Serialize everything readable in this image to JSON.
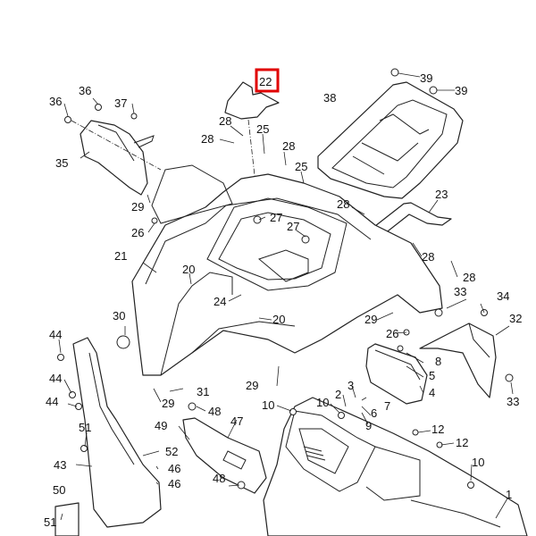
{
  "diagram": {
    "type": "exploded-parts-diagram",
    "highlight_color": "#e00000",
    "highlighted_callout": "22",
    "callouts": [
      {
        "id": "c22",
        "text": "22",
        "highlighted": true
      },
      {
        "id": "c39a",
        "text": "39"
      },
      {
        "id": "c39b",
        "text": "39"
      },
      {
        "id": "c38",
        "text": "38"
      },
      {
        "id": "c36a",
        "text": "36"
      },
      {
        "id": "c36b",
        "text": "36"
      },
      {
        "id": "c37",
        "text": "37"
      },
      {
        "id": "c35",
        "text": "35"
      },
      {
        "id": "c28a",
        "text": "28"
      },
      {
        "id": "c28b",
        "text": "28"
      },
      {
        "id": "c28c",
        "text": "28"
      },
      {
        "id": "c28d",
        "text": "28"
      },
      {
        "id": "c28e",
        "text": "28"
      },
      {
        "id": "c28f",
        "text": "28"
      },
      {
        "id": "c25a",
        "text": "25"
      },
      {
        "id": "c25b",
        "text": "25"
      },
      {
        "id": "c29a",
        "text": "29"
      },
      {
        "id": "c29b",
        "text": "29"
      },
      {
        "id": "c29c",
        "text": "29"
      },
      {
        "id": "c29d",
        "text": "29"
      },
      {
        "id": "c26a",
        "text": "26"
      },
      {
        "id": "c26b",
        "text": "26"
      },
      {
        "id": "c27a",
        "text": "27"
      },
      {
        "id": "c27b",
        "text": "27"
      },
      {
        "id": "c23",
        "text": "23"
      },
      {
        "id": "c21",
        "text": "21"
      },
      {
        "id": "c20a",
        "text": "20"
      },
      {
        "id": "c20b",
        "text": "20"
      },
      {
        "id": "c24",
        "text": "24"
      },
      {
        "id": "c33a",
        "text": "33"
      },
      {
        "id": "c33b",
        "text": "33"
      },
      {
        "id": "c34",
        "text": "34"
      },
      {
        "id": "c32",
        "text": "32"
      },
      {
        "id": "c30",
        "text": "30"
      },
      {
        "id": "c31",
        "text": "31"
      },
      {
        "id": "c44a",
        "text": "44"
      },
      {
        "id": "c44b",
        "text": "44"
      },
      {
        "id": "c44c",
        "text": "44"
      },
      {
        "id": "c8",
        "text": "8"
      },
      {
        "id": "c5",
        "text": "5"
      },
      {
        "id": "c4",
        "text": "4"
      },
      {
        "id": "c3",
        "text": "3"
      },
      {
        "id": "c2",
        "text": "2"
      },
      {
        "id": "c7",
        "text": "7"
      },
      {
        "id": "c6",
        "text": "6"
      },
      {
        "id": "c9",
        "text": "9"
      },
      {
        "id": "c10a",
        "text": "10"
      },
      {
        "id": "c10b",
        "text": "10"
      },
      {
        "id": "c10c",
        "text": "10"
      },
      {
        "id": "c49",
        "text": "49"
      },
      {
        "id": "c48a",
        "text": "48"
      },
      {
        "id": "c48b",
        "text": "48"
      },
      {
        "id": "c47",
        "text": "47"
      },
      {
        "id": "c12a",
        "text": "12"
      },
      {
        "id": "c12b",
        "text": "12"
      },
      {
        "id": "c51a",
        "text": "51"
      },
      {
        "id": "c51b",
        "text": "51"
      },
      {
        "id": "c52",
        "text": "52"
      },
      {
        "id": "c46a",
        "text": "46"
      },
      {
        "id": "c46b",
        "text": "46"
      },
      {
        "id": "c43",
        "text": "43"
      },
      {
        "id": "c50",
        "text": "50"
      },
      {
        "id": "c1",
        "text": "1"
      }
    ]
  }
}
